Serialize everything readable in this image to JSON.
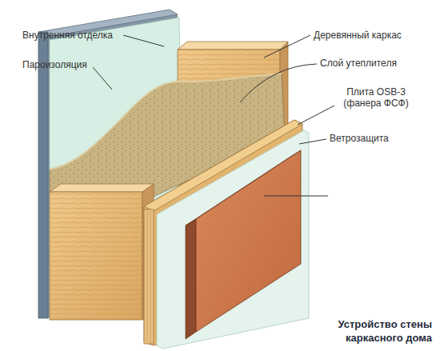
{
  "diagram": {
    "caption": "Устройство стены каркасного дома",
    "labels": [
      "Внутренняя отделка",
      "Пароизоляция",
      "Деревянный каркас",
      "Слой утеплителя",
      "Плита OSB-3 (фанера ФСФ)",
      "Ветрозащита"
    ]
  }
}
